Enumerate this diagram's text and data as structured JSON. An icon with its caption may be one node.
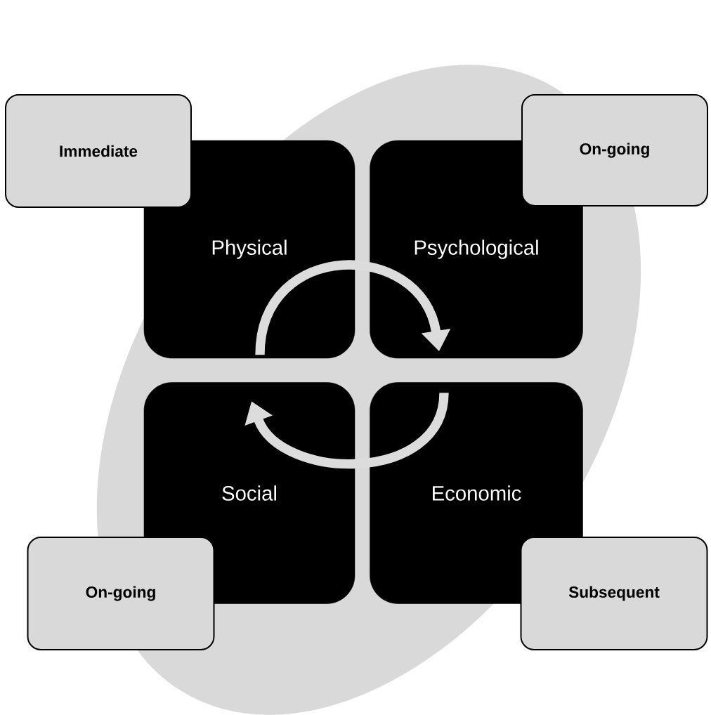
{
  "diagram": {
    "nodes": [
      {
        "text": [
          "Physical"
        ]
      },
      {
        "text": [
          "Psychological"
        ]
      },
      {
        "text": [
          "Social"
        ]
      },
      {
        "text": [
          "Economic"
        ]
      },
      {
        "text": [
          "Immediate"
        ]
      },
      {
        "text": [
          "On-going"
        ]
      },
      {
        "text": [
          "On-going"
        ]
      },
      {
        "text": [
          "Subsequent"
        ]
      }
    ],
    "edges": [
      {
        "from": 0,
        "to": 1,
        "arrow": "to"
      },
      {
        "from": 3,
        "to": 2,
        "arrow": "to"
      }
    ]
  }
}
